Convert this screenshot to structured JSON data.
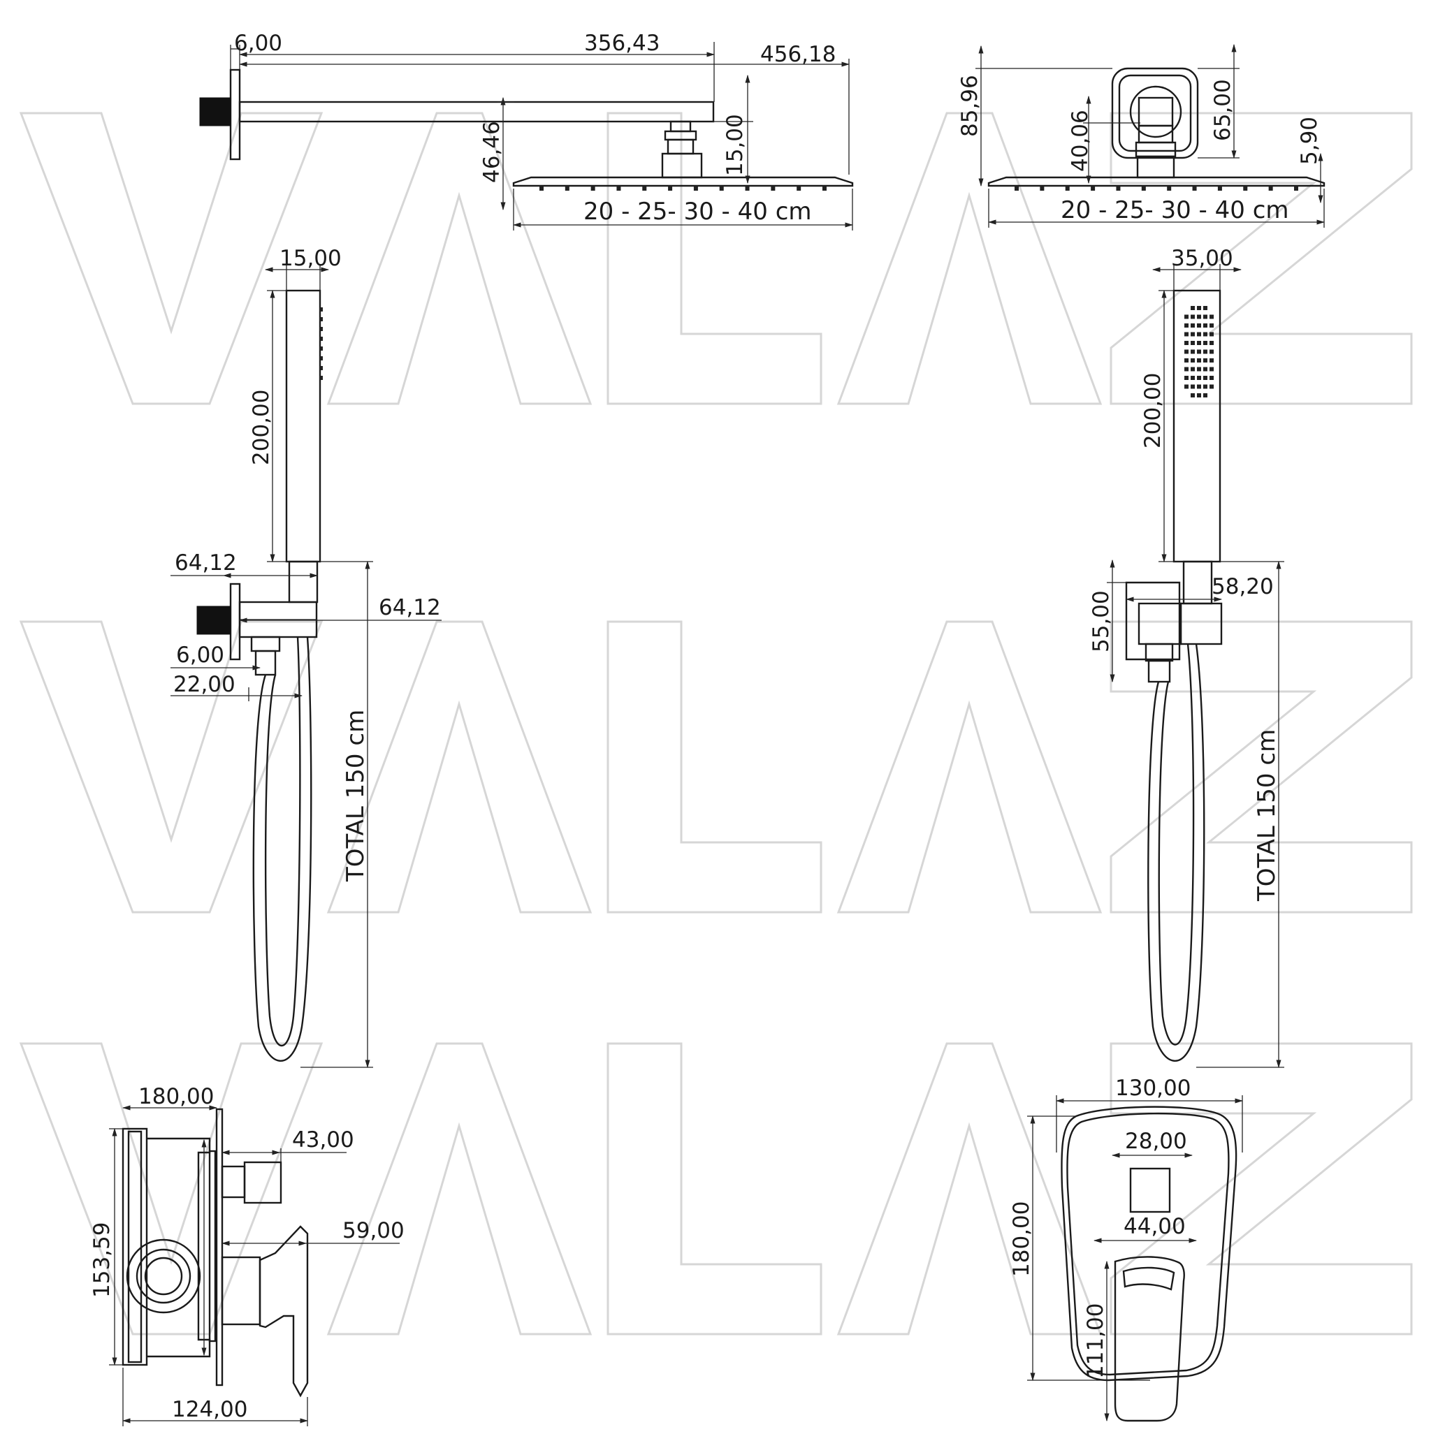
{
  "watermark": {
    "text": "VALAZ"
  },
  "shower_head_side": {
    "dims": {
      "plate": "6,00",
      "arm": "356,43",
      "total": "456,18",
      "drop": "46,46",
      "neck": "15,00",
      "size": "20 - 25- 30 - 40 cm"
    }
  },
  "shower_head_front": {
    "dims": {
      "height": "85,96",
      "inner": "40,06",
      "flange": "65,00",
      "thickness": "5,90",
      "size": "20 - 25- 30 - 40 cm"
    }
  },
  "hand_shower_side": {
    "dims": {
      "width": "15,00",
      "length": "200,00",
      "holder_top": "64,12",
      "holder_right": "64,12",
      "plate": "6,00",
      "outlet": "22,00",
      "hose": "TOTAL 150 cm"
    }
  },
  "hand_shower_front": {
    "dims": {
      "width": "35,00",
      "length": "200,00",
      "holder_w": "58,20",
      "holder_h": "55,00",
      "hose": "TOTAL 150 cm"
    }
  },
  "mixer_side": {
    "dims": {
      "depth": "180,00",
      "knob": "43,00",
      "lever": "59,00",
      "height": "153,59",
      "body": "124,00"
    }
  },
  "mixer_front": {
    "dims": {
      "width": "130,00",
      "knob": "28,00",
      "lever_w": "44,00",
      "height": "180,00",
      "lever_h": "111,00"
    }
  }
}
